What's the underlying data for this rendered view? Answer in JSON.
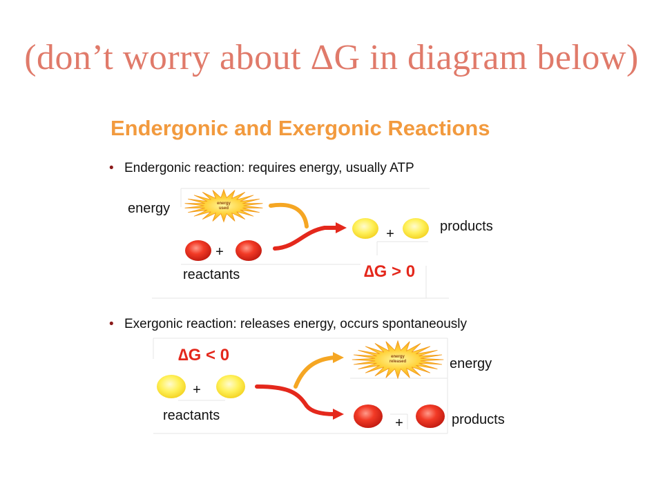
{
  "slide": {
    "title": "(don’t worry about ΔG in diagram below)"
  },
  "figure": {
    "title": "Endergonic and Exergonic Reactions",
    "colors": {
      "title_orange": "#f29a3e",
      "slide_title_salmon": "#e07a6a",
      "red_arrow": "#e4281c",
      "yellow_arrow": "#f5a623",
      "reactant_red": "#e53022",
      "product_yellow": "#ffe94a"
    }
  },
  "endergonic": {
    "bullet": "Endergonic reaction: requires energy, usually ATP",
    "energy_label": "energy",
    "star_line1": "energy",
    "star_line2": "used",
    "plus": "+",
    "reactants_label": "reactants",
    "products_plus": "+",
    "products_label": "products",
    "delta_g": "∆G > 0"
  },
  "exergonic": {
    "bullet": "Exergonic reaction: releases energy, occurs spontaneously",
    "delta_g": "∆G < 0",
    "plus": "+",
    "reactants_label": "reactants",
    "star_line1": "energy",
    "star_line2": "released",
    "energy_label": "energy",
    "products_plus": "+",
    "products_label": "products"
  },
  "bullet_char": "•"
}
